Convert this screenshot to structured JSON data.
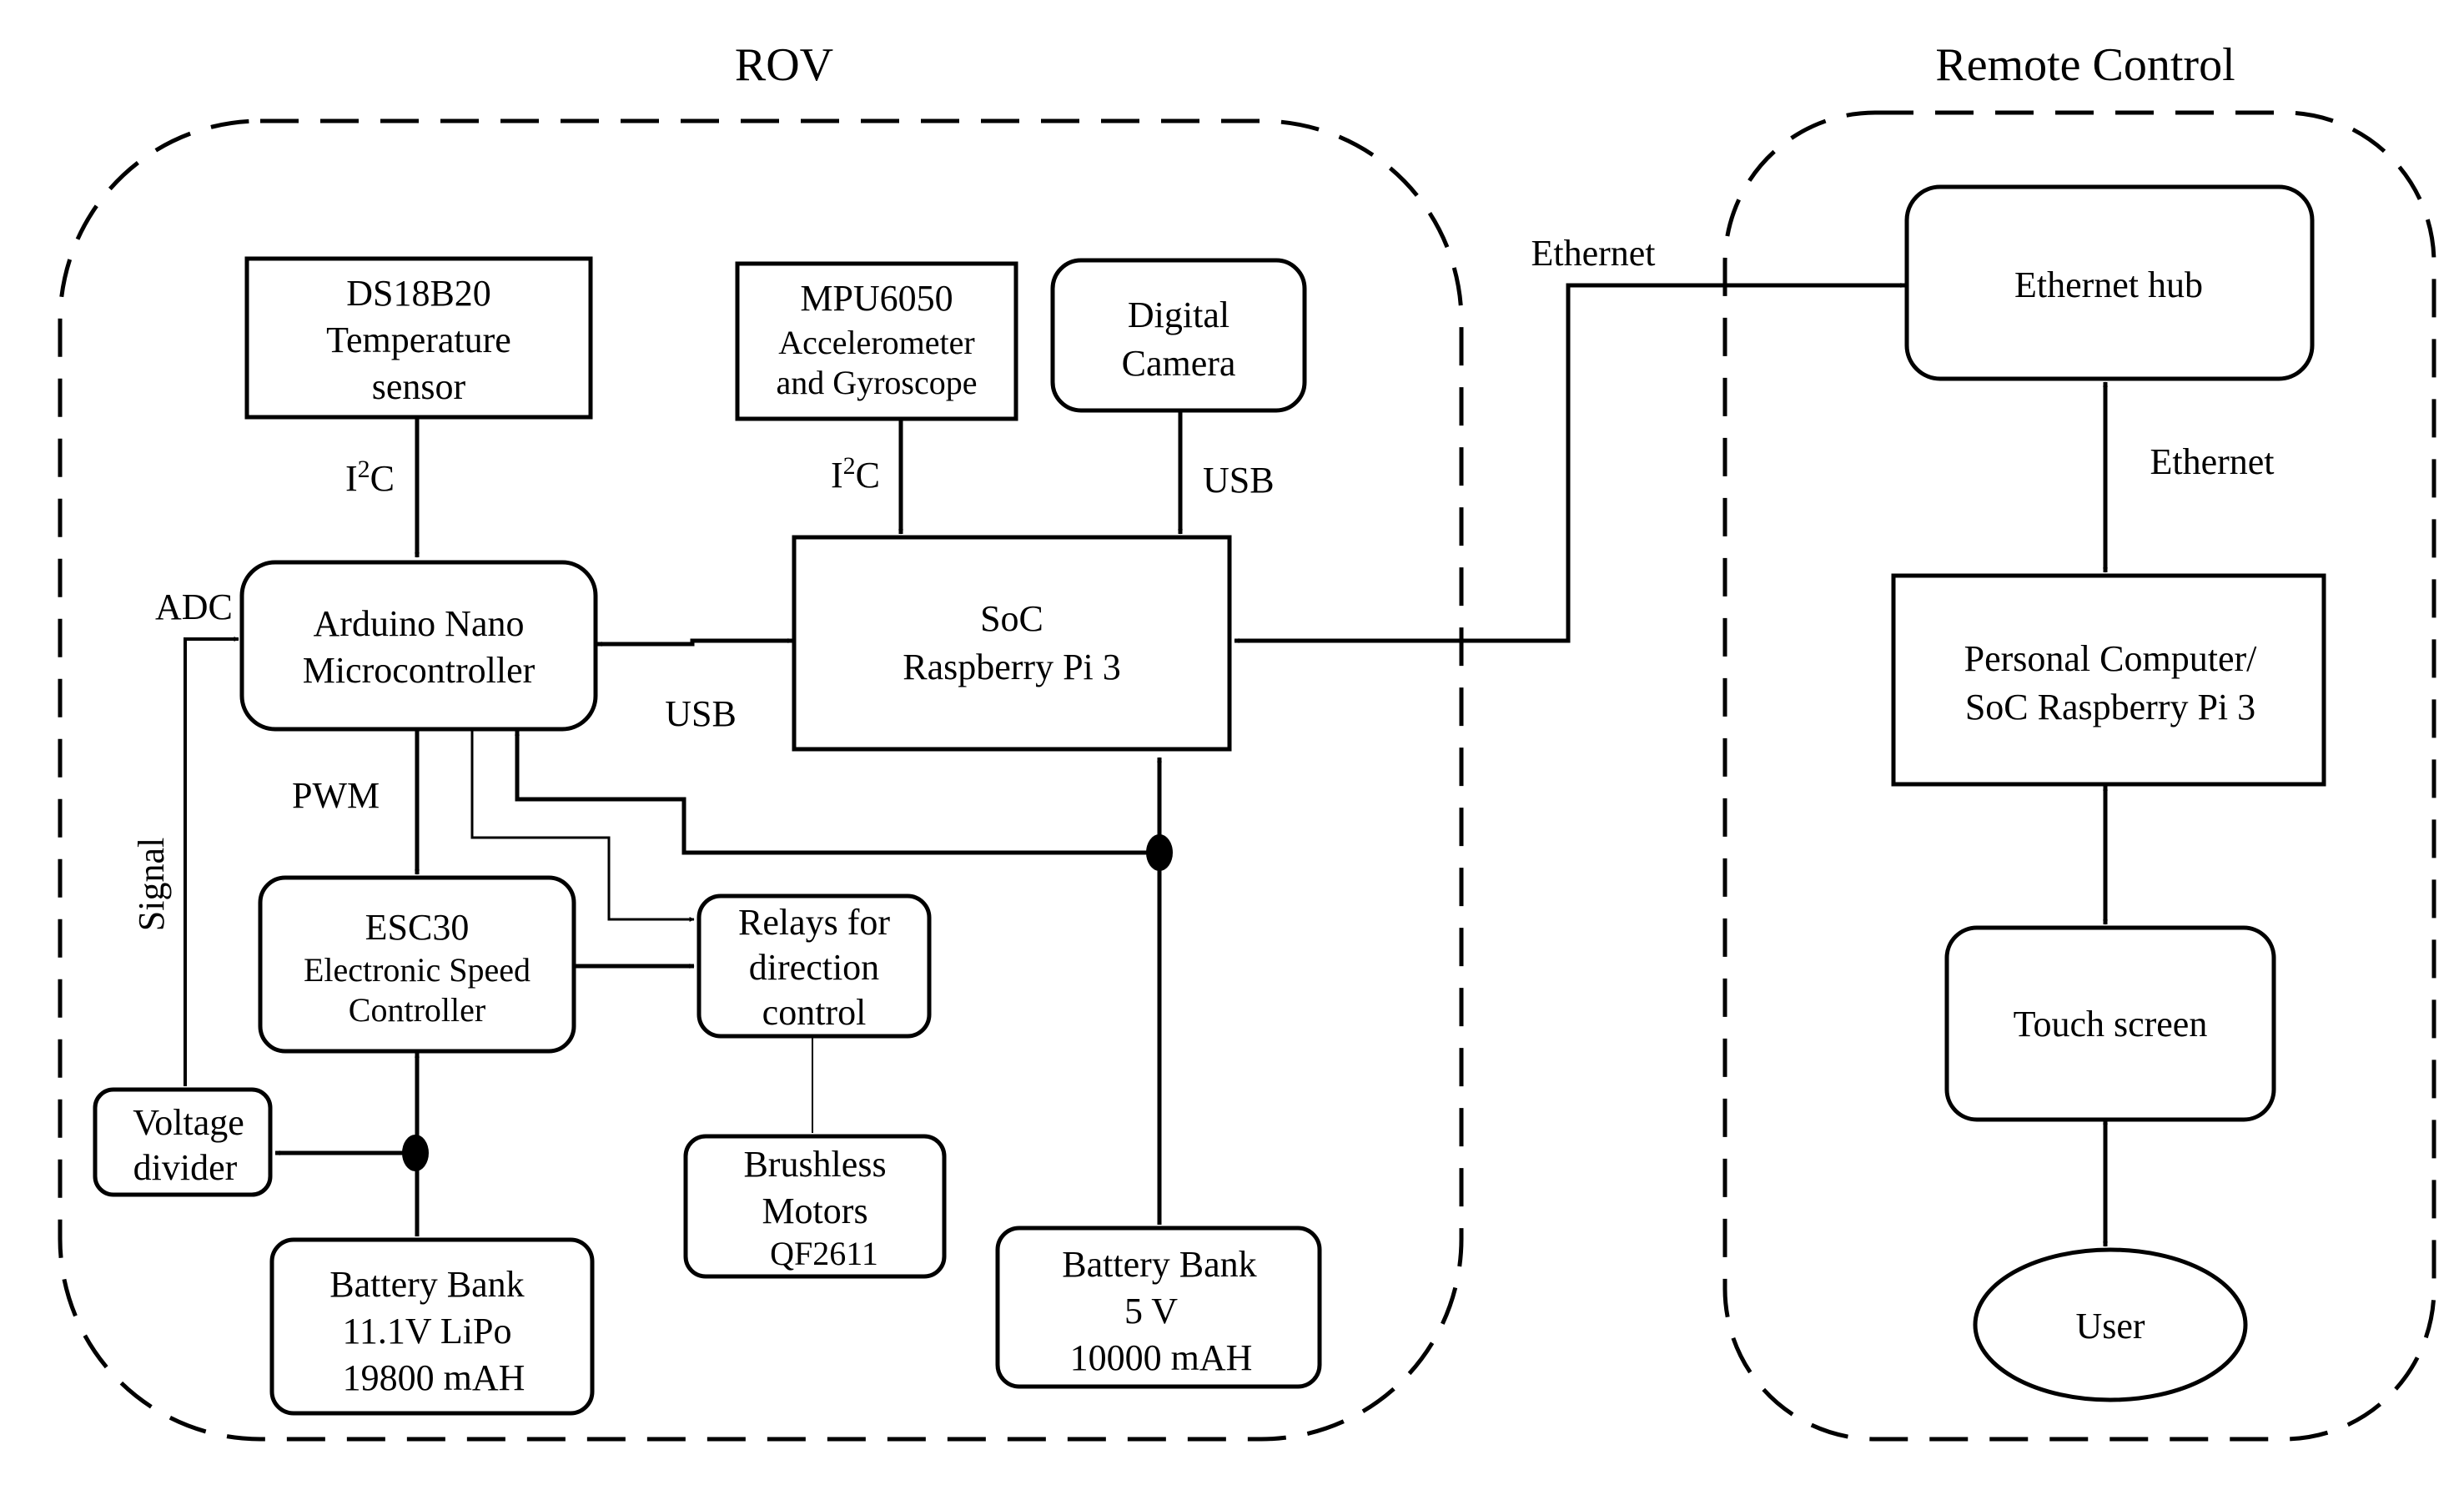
{
  "groups": {
    "rov": "ROV",
    "remote": "Remote Control"
  },
  "nodes": {
    "ds18b20": [
      "DS18B20",
      "Temperature",
      "sensor"
    ],
    "mpu6050": [
      "MPU6050",
      "Accelerometer",
      "and Gyroscope"
    ],
    "camera": [
      "Digital",
      "Camera"
    ],
    "arduino": [
      "Arduino Nano",
      "Microcontroller"
    ],
    "soc": [
      "SoC",
      "Raspberry Pi 3"
    ],
    "esc": [
      "ESC30",
      "Electronic Speed",
      "Controller"
    ],
    "relays": [
      "Relays for",
      "direction",
      "control"
    ],
    "voltage_divider": [
      "Voltage",
      "divider"
    ],
    "motors": [
      "Brushless",
      "Motors",
      "QF2611"
    ],
    "battery_lipo": [
      "Battery Bank",
      "11.1V LiPo",
      "19800 mAH"
    ],
    "battery_5v": [
      "Battery Bank",
      "5 V",
      "10000 mAH"
    ],
    "ethernet_hub": [
      "Ethernet hub"
    ],
    "pc": [
      "Personal Computer/",
      "SoC Raspberry Pi 3"
    ],
    "touch": [
      "Touch screen"
    ],
    "user": [
      "User"
    ]
  },
  "edge_labels": {
    "i2c_base": "I",
    "i2c_sup": "2",
    "i2c_tail": "C",
    "usb_camera": "USB",
    "usb_arduino": "USB",
    "adc": "ADC",
    "pwm": "PWM",
    "signal": "Signal",
    "ethernet_top": "Ethernet",
    "ethernet_right": "Ethernet"
  }
}
